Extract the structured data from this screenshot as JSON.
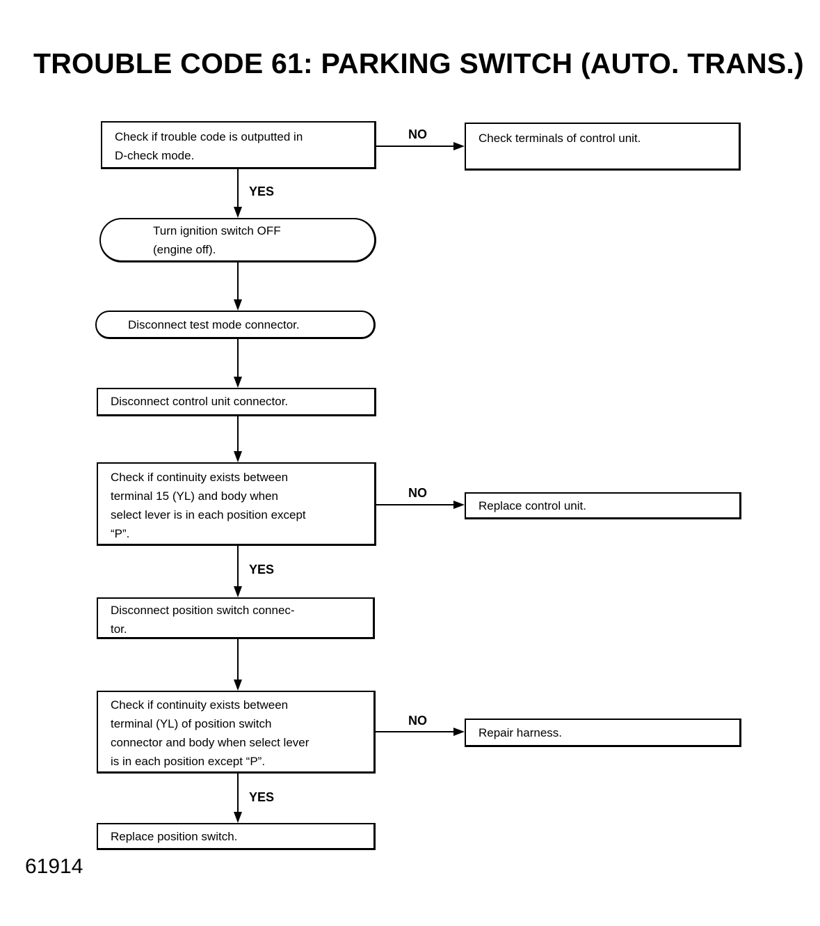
{
  "title": "TROUBLE CODE 61: PARKING SWITCH (AUTO. TRANS.)",
  "figure_number": "61914",
  "steps": {
    "check_dcheck": "Check if trouble code is outputted in\nD-check mode.",
    "check_terminals": "Check terminals of control unit.",
    "ignition_off": "Turn ignition switch OFF\n(engine off).",
    "disconnect_test": "Disconnect test mode connector.",
    "disconnect_cu": "Disconnect control unit connector.",
    "check_cont_15": "Check if continuity exists between\nterminal 15 (YL) and body when\nselect lever is in each position except\n“P”.",
    "replace_cu": "Replace control unit.",
    "disconnect_pos": "Disconnect position switch connec-\ntor.",
    "check_cont_yl": "Check if continuity exists between\nterminal (YL) of position switch\nconnector and body when select lever\nis in each position except “P”.",
    "repair_harness": "Repair harness.",
    "replace_pos": "Replace position switch."
  },
  "labels": {
    "no_1": "NO",
    "yes_1": "YES",
    "no_2": "NO",
    "yes_2": "YES",
    "no_3": "NO",
    "yes_3": "YES"
  }
}
